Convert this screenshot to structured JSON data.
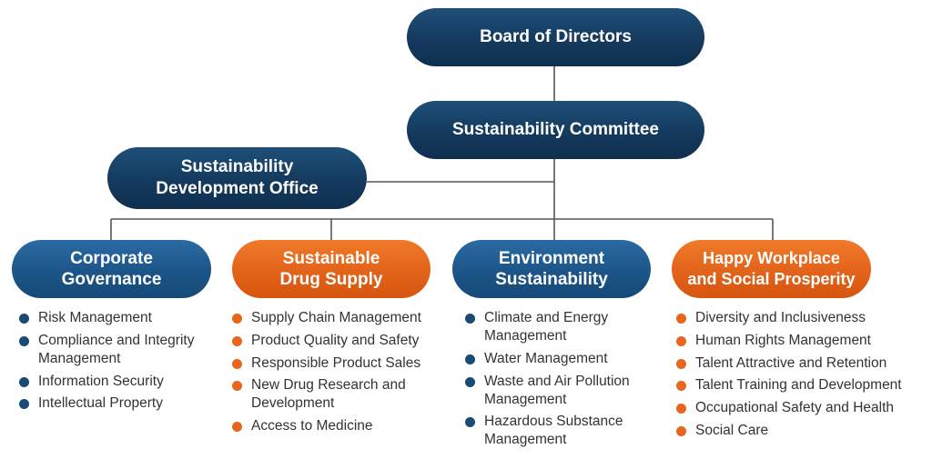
{
  "board": {
    "label": "Board of Directors"
  },
  "committee": {
    "label": "Sustainability Committee"
  },
  "office": {
    "label": "Sustainability\nDevelopment Office"
  },
  "colors": {
    "navy": "#143a5e",
    "blue": "#1c5588",
    "orange": "#e2631a",
    "line": "#555555",
    "text": "#333333"
  },
  "pillars": [
    {
      "label": "Corporate\nGovernance",
      "items": [
        "Risk Management",
        "Compliance and Integrity\nManagement",
        "Information Security",
        "Intellectual Property"
      ]
    },
    {
      "label": "Sustainable\nDrug Supply",
      "items": [
        "Supply Chain Management",
        "Product Quality and Safety",
        "Responsible Product Sales",
        "New Drug Research and\nDevelopment",
        "Access to Medicine"
      ]
    },
    {
      "label": "Environment\nSustainability",
      "items": [
        "Climate and Energy\nManagement",
        "Water Management",
        "Waste and Air Pollution\nManagement",
        "Hazardous Substance\nManagement"
      ]
    },
    {
      "label": "Happy Workplace\nand Social Prosperity",
      "items": [
        "Diversity and Inclusiveness",
        "Human Rights Management",
        "Talent Attractive and Retention",
        "Talent Training and Development",
        "Occupational Safety and Health",
        "Social Care"
      ]
    }
  ]
}
